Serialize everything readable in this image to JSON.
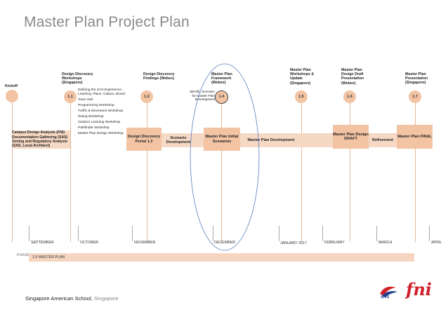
{
  "title": "Master Plan Project Plan",
  "milestones": [
    {
      "head": "Kickoff",
      "circle": ""
    },
    {
      "head": "Design Discovery Workshops (Singapore)",
      "circle": "1.1"
    },
    {
      "head": "Design Discovery Findings (Webex)",
      "circle": "1.2"
    },
    {
      "head": "Master Plan Framework (Webex)",
      "circle": "1.4"
    },
    {
      "head": "Master Plan Workshops & Update (Singapore)",
      "circle": "1.5"
    },
    {
      "head": "Master Plan Design Draft Presentation (Webex)",
      "circle": "1.6"
    },
    {
      "head": "Master Plan Presentation (Singapore)",
      "circle": "1.7"
    }
  ],
  "identify_note": "Identify Scenario for Master Plan Development",
  "workshop_items": [
    "Defining the SAS Experience - Learning, Place, Culture, Brand",
    "Town Hall",
    "Programming Workshop",
    "Traffic & Movement Workshop",
    "Dining Workshop",
    "Outdoor Learning Workshop",
    "Pathfinder Workshop",
    "Master Plan Design Workshop"
  ],
  "tasks": {
    "campus_study": "Campus Design Analysis (FNI) Documentation Gathering (SAS) Zoning and Regulatory Analysis (SAS, Local Architect)",
    "portal": "Design Discovery Portal 1.3",
    "scenario_dev": "Scenario Development",
    "initial_scenarios": "Master Plan Initial Scenarios",
    "mp_dev": "Master Plan Development",
    "draft": "Master Plan Design DRAFT",
    "refinement": "Refinement",
    "final": "Master Plan FINAL"
  },
  "months": [
    "SEPTEMBER",
    "OCTOBER",
    "NOVEMBER",
    "DECEMBER",
    "JANUARY 2017",
    "FEBRUARY",
    "MARCH",
    "APRIL"
  ],
  "phase": {
    "label": "PHASE",
    "name": "1.0 MASTER PLAN"
  },
  "footer": {
    "school": "Singapore American School,",
    "location": "Singapore"
  },
  "logos": {
    "sas": "SAS",
    "fni": "fni"
  },
  "colors": {
    "accent": "#f2c4a4",
    "band": "#f6d9c4",
    "line": "#e8b898",
    "oval": "#5a7fc0",
    "fni_red": "#d0202a"
  }
}
